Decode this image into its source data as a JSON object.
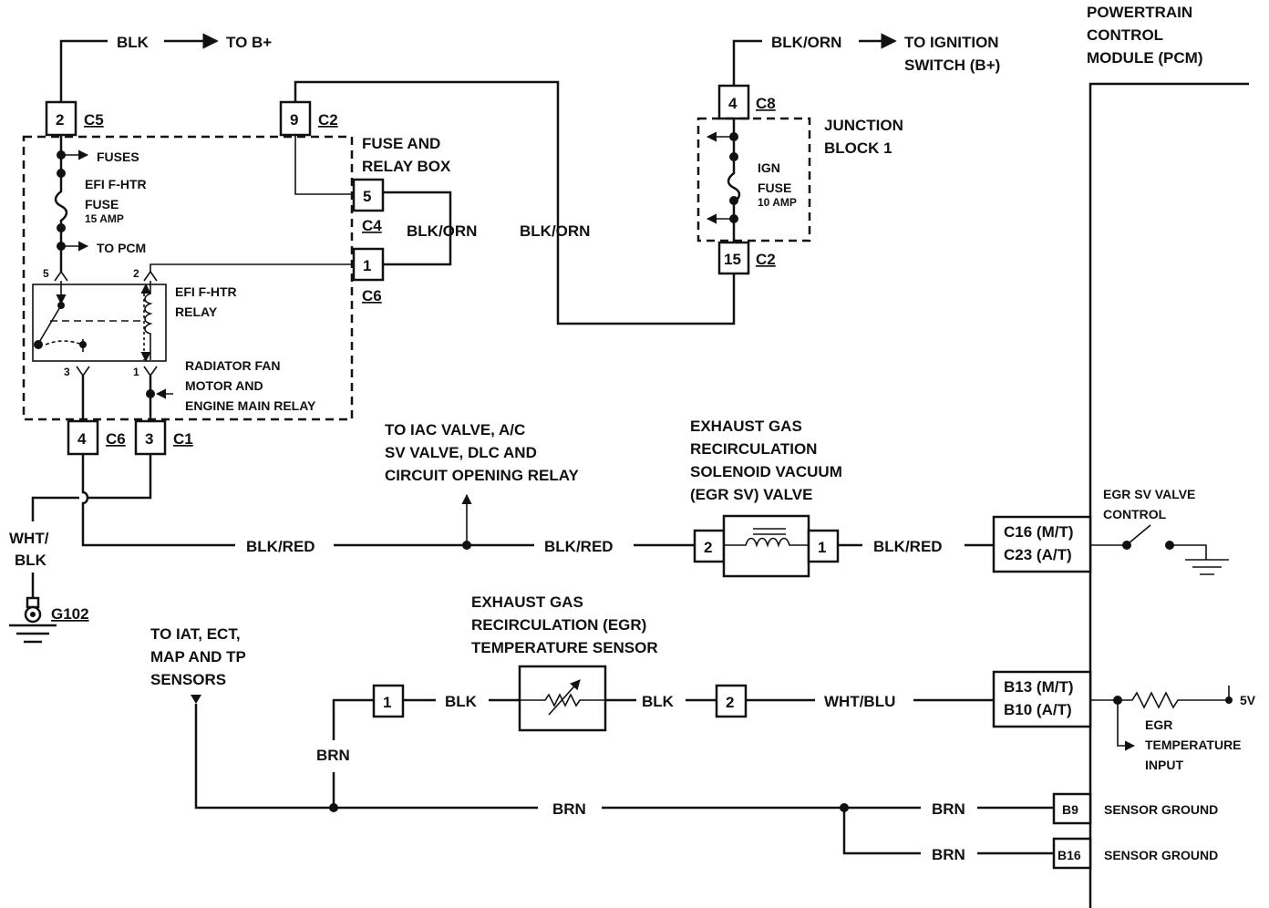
{
  "labels": {
    "blk_top": "BLK",
    "to_bplus": "TO B+",
    "c5_pin": "2",
    "c5": "C5",
    "c2_pin": "9",
    "c2": "C2",
    "fuses": "FUSES",
    "efi_fhtr_fuse": "EFI F-HTR",
    "fuse_word": "FUSE",
    "fuse_amp": "15 AMP",
    "to_pcm": "TO PCM",
    "fuse_relay_box_1": "FUSE AND",
    "fuse_relay_box_2": "RELAY BOX",
    "c4_pin": "5",
    "c4": "C4",
    "blk_orn_loop": "BLK/ORN",
    "c6_pin_top": "1",
    "c6_top": "C6",
    "relay_pin5": "5",
    "relay_pin2": "2",
    "relay_pin3": "3",
    "relay_pin1": "1",
    "relay_name_1": "EFI F-HTR",
    "relay_name_2": "RELAY",
    "rad_fan_1": "RADIATOR FAN",
    "rad_fan_2": "MOTOR AND",
    "rad_fan_3": "ENGINE MAIN RELAY",
    "c6_pin_bot": "4",
    "c6_bot": "C6",
    "c1_pin": "3",
    "c1": "C1",
    "wht_blk_1": "WHT/",
    "wht_blk_2": "BLK",
    "g102": "G102",
    "blk_orn_to_ign": "BLK/ORN",
    "to_ign_1": "TO IGNITION",
    "to_ign_2": "SWITCH (B+)",
    "c8_pin": "4",
    "c8": "C8",
    "jb_1": "JUNCTION",
    "jb_2": "BLOCK 1",
    "ign": "IGN",
    "ign_fuse": "FUSE",
    "ign_amp": "10 AMP",
    "jb_c2_pin": "15",
    "jb_c2": "C2",
    "blk_orn_mid": "BLK/ORN",
    "pcm_1": "POWERTRAIN",
    "pcm_2": "CONTROL",
    "pcm_3": "MODULE (PCM)",
    "to_iac_1": "TO IAC VALVE, A/C",
    "to_iac_2": "SV VALVE, DLC AND",
    "to_iac_3": "CIRCUIT OPENING RELAY",
    "blk_red_1": "BLK/RED",
    "blk_red_2": "BLK/RED",
    "blk_red_3": "BLK/RED",
    "egr_sv_1": "EXHAUST GAS",
    "egr_sv_2": "RECIRCULATION",
    "egr_sv_3": "SOLENOID VACUUM",
    "egr_sv_4": "(EGR SV) VALVE",
    "sv_pin2": "2",
    "sv_pin1": "1",
    "c16": "C16 (M/T)",
    "c23": "C23 (A/T)",
    "egr_ctrl_1": "EGR SV VALVE",
    "egr_ctrl_2": "CONTROL",
    "egr_temp_1": "EXHAUST GAS",
    "egr_temp_2": "RECIRCULATION (EGR)",
    "egr_temp_3": "TEMPERATURE SENSOR",
    "to_iat_1": "TO IAT, ECT,",
    "to_iat_2": "MAP AND TP",
    "to_iat_3": "SENSORS",
    "ts_pin1": "1",
    "blk_l": "BLK",
    "blk_r": "BLK",
    "ts_pin2": "2",
    "wht_blu": "WHT/BLU",
    "b13": "B13 (M/T)",
    "b10": "B10 (A/T)",
    "v5": "5V",
    "egr_in_1": "EGR",
    "egr_in_2": "TEMPERATURE",
    "egr_in_3": "INPUT",
    "brn_vert": "BRN",
    "brn_main": "BRN",
    "brn_b9": "BRN",
    "brn_b16": "BRN",
    "b9": "B9",
    "b16": "B16",
    "sensor_gnd_1": "SENSOR GROUND",
    "sensor_gnd_2": "SENSOR GROUND"
  }
}
